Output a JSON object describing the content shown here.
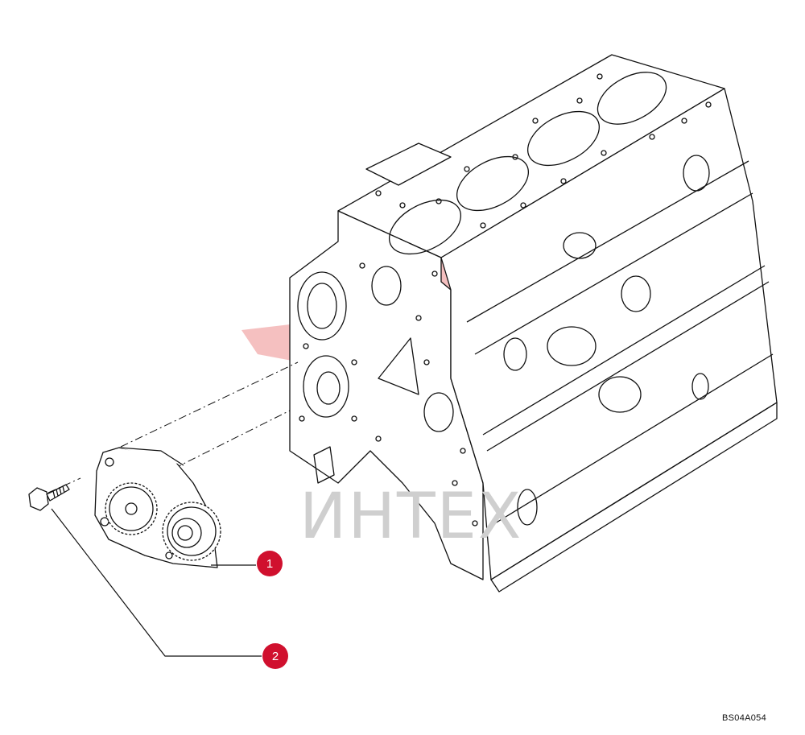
{
  "diagram": {
    "callouts": [
      {
        "id": "callout-1",
        "number": "1"
      },
      {
        "id": "callout-2",
        "number": "2"
      }
    ],
    "reference_code": "BS04A054",
    "watermark_text": "ИНТЕХ",
    "colors": {
      "callout_fill": "#d0102e",
      "callout_text": "#ffffff",
      "line": "#111111",
      "watermark_logo": "#f3b5b5",
      "watermark_text": "#cfcfcf"
    },
    "icons": [
      "engine-block-drawing",
      "oil-pump-drawing",
      "bolt-drawing",
      "watermark-logo"
    ]
  }
}
